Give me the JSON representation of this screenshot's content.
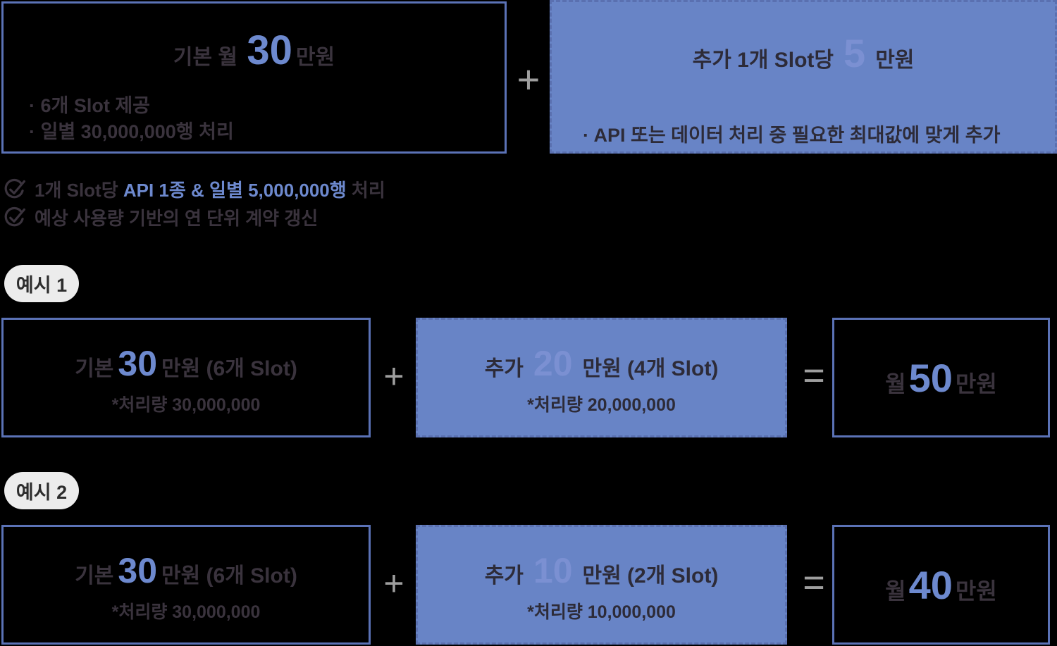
{
  "colors": {
    "accent_blue": "#6d89ce",
    "panel_blue": "#6884c6",
    "faded_number": "#7b90d2",
    "dark_text": "#3a333d",
    "dark_text_on_blue": "#2d2b38",
    "operator_gray": "#9e9e9e",
    "box_border": "#5b72b6",
    "badge_bg": "#ececec"
  },
  "top": {
    "base_box": {
      "title_prefix": "기본 월 ",
      "title_big": "30",
      "title_suffix": "만원",
      "bullets": [
        "· 6개 Slot 제공",
        "· 일별 30,000,000행 처리"
      ]
    },
    "plus": "+",
    "addon_box": {
      "title_prefix": "추가 1개 Slot당",
      "title_big": "5",
      "title_suffix": "만원",
      "bullet": "· API 또는 데이터 처리 중 필요한 최대값에 맞게 추가"
    }
  },
  "notes": {
    "line1": {
      "prefix": "1개 Slot당 ",
      "highlight": "API 1종 & 일별 5,000,000행",
      "suffix": " 처리"
    },
    "line2": {
      "text": "예상 사용량 기반의 연 단위 계약 갱신"
    }
  },
  "examples": [
    {
      "badge": "예시 1",
      "plus": "+",
      "equals": "=",
      "base": {
        "prefix": "기본",
        "big": "30",
        "suffix": "만원 (6개 Slot)",
        "note": "*처리량 30,000,000"
      },
      "addon": {
        "prefix": "추가",
        "big": "20",
        "suffix": "만원 (4개 Slot)",
        "note": "*처리량 20,000,000"
      },
      "total": {
        "prefix": "월",
        "big": "50",
        "suffix": "만원"
      }
    },
    {
      "badge": "예시 2",
      "plus": "+",
      "equals": "=",
      "base": {
        "prefix": "기본",
        "big": "30",
        "suffix": "만원 (6개 Slot)",
        "note": "*처리량 30,000,000"
      },
      "addon": {
        "prefix": "추가",
        "big": "10",
        "suffix": "만원 (2개 Slot)",
        "note": "*처리량 10,000,000"
      },
      "total": {
        "prefix": "월",
        "big": "40",
        "suffix": "만원"
      }
    }
  ]
}
